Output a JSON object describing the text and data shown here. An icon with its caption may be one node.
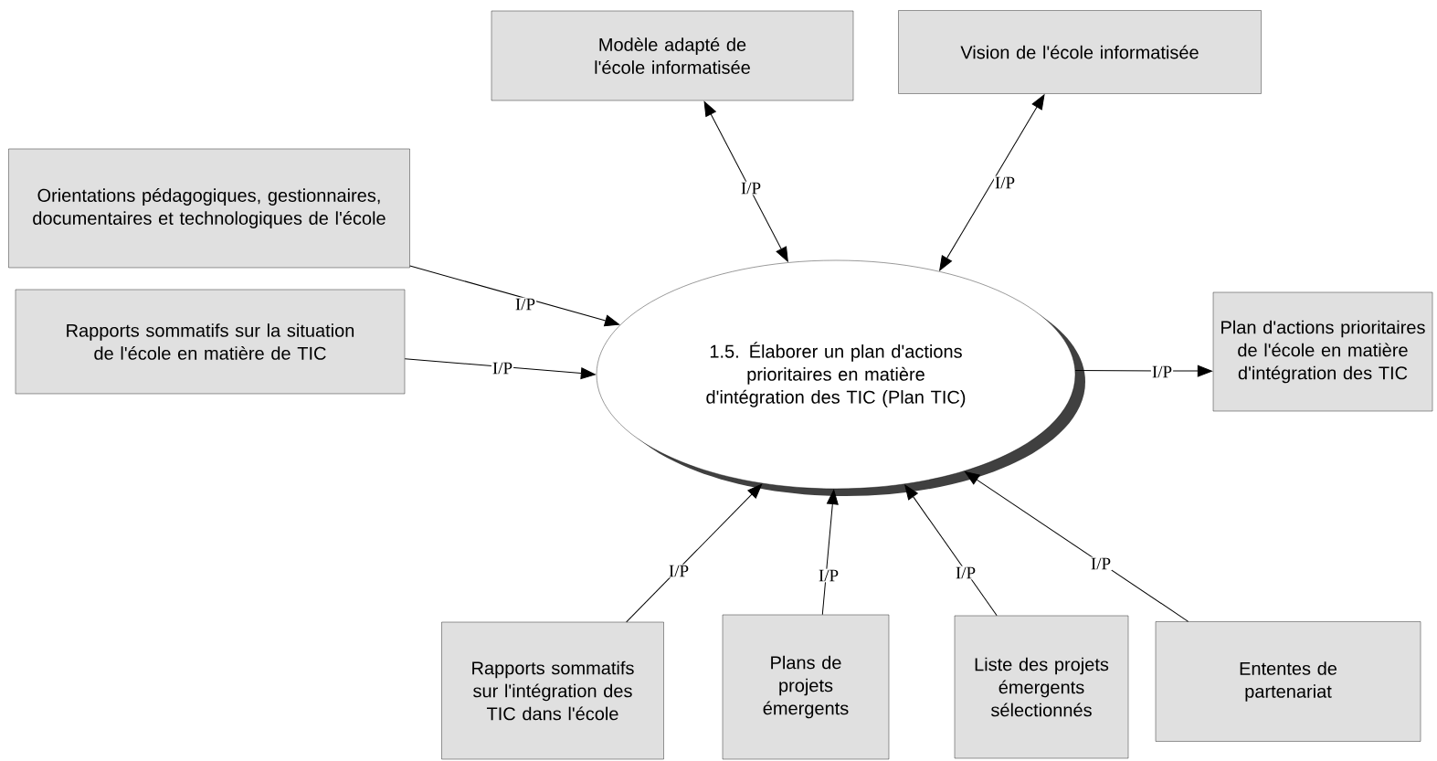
{
  "diagram": {
    "nodes": [
      {
        "text": [
          "Modèle adapté de l'école informatisée"
        ]
      },
      {
        "text": [
          "Vision de l'école informatisée"
        ]
      },
      {
        "text": [
          "Orientations pédagogiques, gestionnaires, documentaires et technologiques de l'école"
        ]
      },
      {
        "text": [
          "Rapports sommatifs sur la situation de l'école en matière de TIC"
        ]
      },
      {
        "text": [
          "1.5. Élaborer un plan d'actions prioritaires en matière d'intégration des  TIC (Plan TIC)"
        ]
      },
      {
        "text": [
          "Plan d'actions prioritaires de l'école en matière d'intégration des TIC"
        ]
      },
      {
        "text": [
          "Rapports sommatifs sur l'intégration des TIC dans l'école"
        ]
      },
      {
        "text": [
          "Plans de projets émergents"
        ]
      },
      {
        "text": [
          "Liste des projets émergents sélectionnés"
        ]
      },
      {
        "text": [
          "Ententes de partenariat"
        ]
      }
    ],
    "edges": [
      {
        "from": 2,
        "to": 4,
        "arrow": "to",
        "label": "I/P"
      },
      {
        "from": 3,
        "to": 4,
        "arrow": "to",
        "label": "I/P"
      },
      {
        "from": 4,
        "to": 5,
        "arrow": "to",
        "label": "I/P"
      },
      {
        "from": 6,
        "to": 4,
        "arrow": "to",
        "label": "I/P"
      },
      {
        "from": 7,
        "to": 4,
        "arrow": "to",
        "label": "I/P"
      },
      {
        "from": 8,
        "to": 4,
        "arrow": "to",
        "label": "I/P"
      },
      {
        "from": 9,
        "to": 4,
        "arrow": "to",
        "label": "I/P"
      },
      {
        "from": 0,
        "to": 4,
        "arrow": "both",
        "label": "I/P"
      },
      {
        "from": 1,
        "to": 4,
        "arrow": "both",
        "label": "I/P"
      }
    ]
  }
}
